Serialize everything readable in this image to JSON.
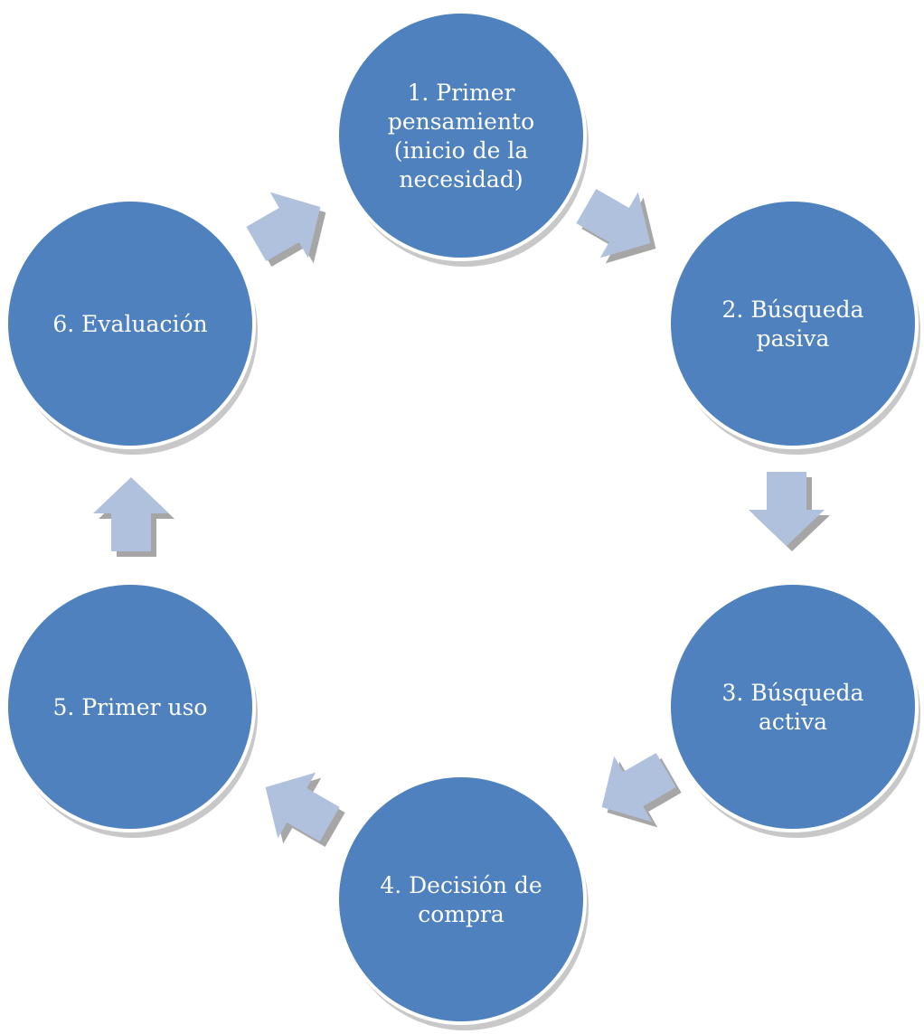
{
  "diagram": {
    "type": "cycle",
    "colors": {
      "node_fill": "#4e81bd",
      "arrow_fill": "#b0c1dd",
      "shadow": "#a6a6a6",
      "text": "#ffffff"
    },
    "nodes": [
      {
        "id": "n1",
        "lines": [
          "1. Primer",
          "pensamiento",
          "(inicio de la",
          "necesidad)"
        ]
      },
      {
        "id": "n2",
        "lines": [
          "2. Búsqueda",
          "pasiva"
        ]
      },
      {
        "id": "n3",
        "lines": [
          "3. Búsqueda",
          "activa"
        ]
      },
      {
        "id": "n4",
        "lines": [
          "4. Decisión de",
          "compra"
        ]
      },
      {
        "id": "n5",
        "lines": [
          "5. Primer uso"
        ]
      },
      {
        "id": "n6",
        "lines": [
          "6. Evaluación"
        ]
      }
    ],
    "arrows": [
      {
        "from": "n1",
        "to": "n2"
      },
      {
        "from": "n2",
        "to": "n3"
      },
      {
        "from": "n3",
        "to": "n4"
      },
      {
        "from": "n4",
        "to": "n5"
      },
      {
        "from": "n5",
        "to": "n6"
      },
      {
        "from": "n6",
        "to": "n1"
      }
    ]
  }
}
